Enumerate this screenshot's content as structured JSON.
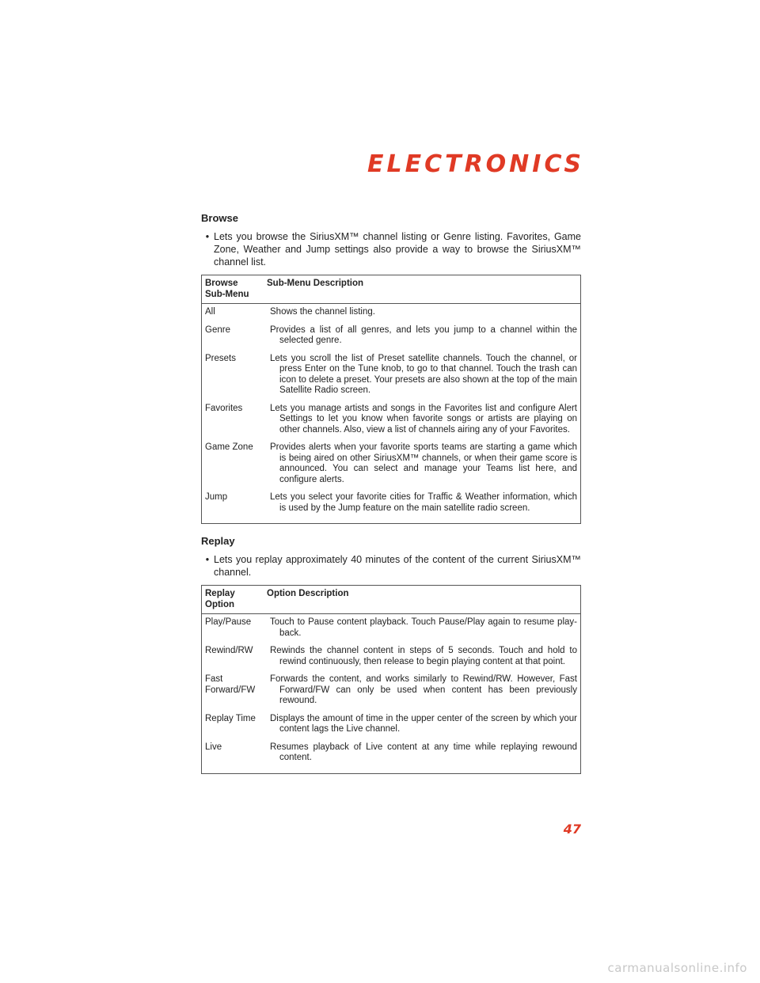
{
  "header": {
    "section_title": "ELECTRONICS"
  },
  "browse": {
    "heading": "Browse",
    "bullet": "Lets you browse the SiriusXM™ channel listing or Genre listing. Favorites, Game Zone, Weather and Jump settings also provide a way to browse the SiriusXM™ channel list.",
    "table": {
      "columns": [
        "Browse Sub-Menu",
        "Sub-Menu Description"
      ],
      "rows": [
        {
          "name": "All",
          "description": "Shows the channel listing."
        },
        {
          "name": "Genre",
          "description": "Provides a list of all genres, and lets you jump to a channel within the selected genre."
        },
        {
          "name": "Presets",
          "description": "Lets you scroll the list of Preset satellite channels. Touch the channel, or press Enter on the Tune knob, to go to that channel. Touch the trash can icon to delete a preset. Your presets are also shown at the top of the main Satellite Radio screen."
        },
        {
          "name": "Favorites",
          "description": "Lets you manage artists and songs in the Favorites list and configure Alert Settings to let you know when favorite songs or artists are playing on other channels. Also, view a list of channels airing any of your Favorites."
        },
        {
          "name": "Game Zone",
          "description": "Provides alerts when your favorite sports teams are starting a game which is being aired on other SiriusXM™ channels, or when their game score is announced. You can select and manage your Teams list here, and configure alerts."
        },
        {
          "name": "Jump",
          "description": "Lets you select your favorite cities for Traffic & Weather information, which is used by the Jump feature on the main satellite radio screen."
        }
      ]
    }
  },
  "replay": {
    "heading": "Replay",
    "bullet": "Lets you replay approximately 40 minutes of the content of the current SiriusXM™ channel.",
    "table": {
      "columns": [
        "Replay Option",
        "Option Description"
      ],
      "rows": [
        {
          "name": "Play/Pause",
          "description": "Touch to Pause content playback. Touch Pause/Play again to resume play-back."
        },
        {
          "name": "Rewind/RW",
          "description": "Rewinds the channel content in steps of 5 seconds. Touch and hold to rewind continuously, then release to begin playing content at that point."
        },
        {
          "name": "Fast Forward/FW",
          "description": "Forwards the content, and works similarly to Rewind/RW. However, Fast Forward/FW can only be used when content has been previously rewound."
        },
        {
          "name": "Replay Time",
          "description": "Displays the amount of time in the upper center of the screen by which your content lags the Live channel."
        },
        {
          "name": "Live",
          "description": "Resumes playback of Live content at any time while replaying rewound content."
        }
      ]
    }
  },
  "footer": {
    "page_number": "47",
    "watermark": "carmanualsonline.info"
  },
  "colors": {
    "accent": "#e03a25"
  }
}
